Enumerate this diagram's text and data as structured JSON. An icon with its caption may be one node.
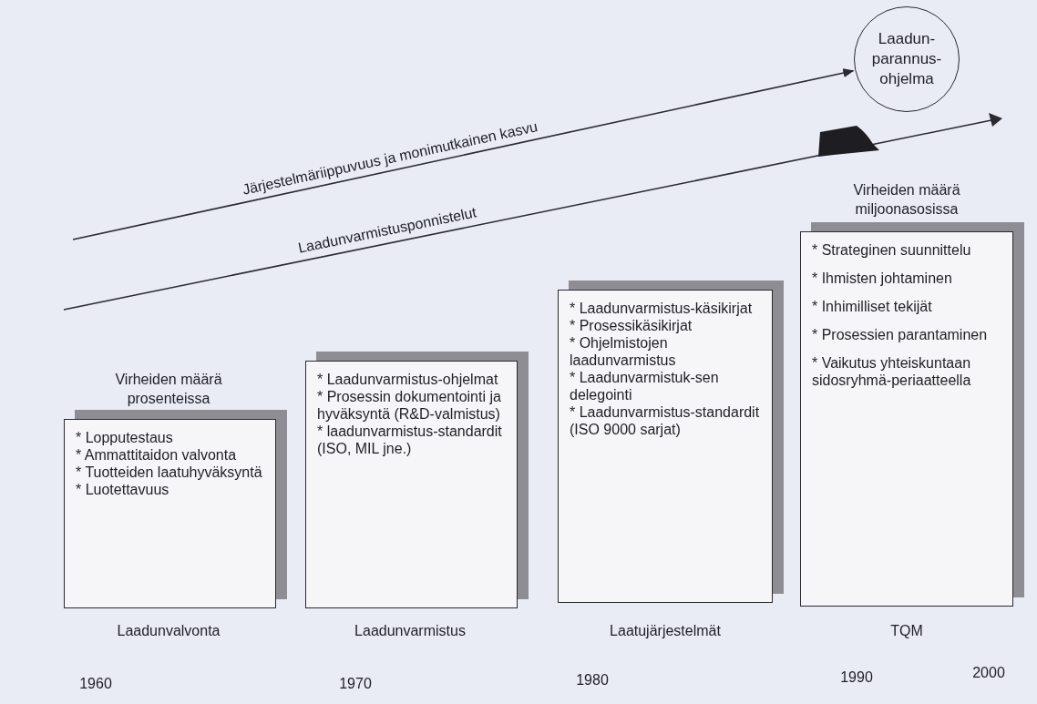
{
  "diagram": {
    "nodes": [
      {
        "text": [
          "* Lopputestaus",
          "* Ammattitaidon valvonta",
          "* Tuotteiden laatuhyväksyntä",
          "* Luotettavuus"
        ],
        "beside": [
          "Virheiden määrä prosenteissa",
          "Laadunvalvonta"
        ]
      },
      {
        "text": [
          "* Laadunvarmistus-ohjelmat",
          "* Prosessin dokumentointi ja hyväksyntä (R&D-valmistus)",
          "* laadunvarmistus-standardit (ISO, MIL jne.)"
        ],
        "beside": [
          "Laadunvarmistus"
        ]
      },
      {
        "text": [
          "* Laadunvarmistus-käsikirjat",
          "* Prosessikäsikirjat",
          "* Ohjelmistojen laadunvarmistus",
          "* Laadunvarmistuk-sen delegointi",
          "* Laadunvarmistus-standardit (ISO 9000 sarjat)"
        ],
        "beside": [
          "Laatujärjestelmät"
        ]
      },
      {
        "text": [
          "* Strateginen suunnittelu",
          "* Ihmisten johtaminen",
          "* Inhimilliset tekijät",
          "* Prosessien parantaminen",
          "* Vaikutus yhteiskuntaan sidosryhmä-periaatteella"
        ],
        "beside": [
          "Virheiden määrä miljoonasosissa",
          "TQM"
        ]
      },
      {
        "text": [
          "Laadun-parannus-ohjelma"
        ]
      }
    ],
    "edges": [
      {
        "from": null,
        "to": 4,
        "arrow": "to",
        "label": "Järjestelmäriippuvuus ja monimutkainen kasvu"
      }
    ],
    "labels": [
      "Laadunvarmistusponnistelut",
      "1960",
      "1970",
      "1980",
      "1990",
      "2000"
    ]
  }
}
